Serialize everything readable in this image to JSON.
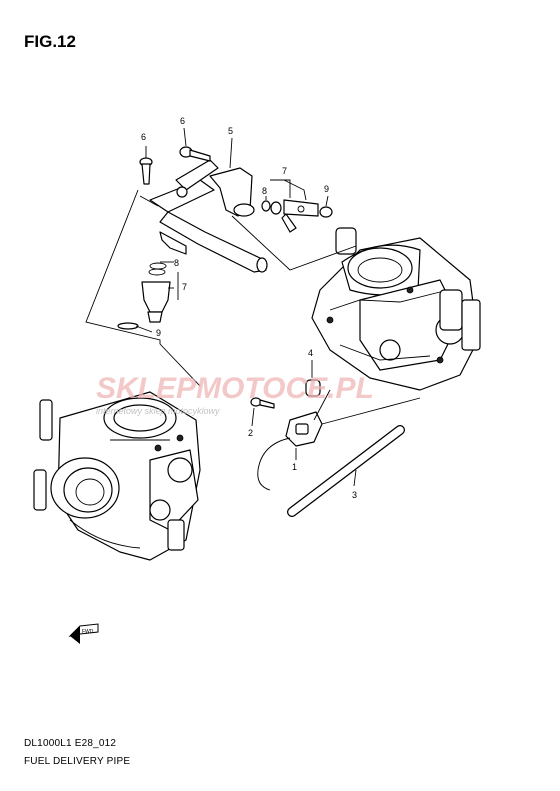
{
  "figure": {
    "title": "FIG.12"
  },
  "callouts": [
    {
      "id": "c6a",
      "label": "6"
    },
    {
      "id": "c6b",
      "label": "6"
    },
    {
      "id": "c5",
      "label": "5"
    },
    {
      "id": "c7a",
      "label": "7"
    },
    {
      "id": "c8a",
      "label": "8"
    },
    {
      "id": "c9a",
      "label": "9"
    },
    {
      "id": "c8b",
      "label": "8"
    },
    {
      "id": "c7b",
      "label": "7"
    },
    {
      "id": "c9b",
      "label": "9"
    },
    {
      "id": "c4",
      "label": "4"
    },
    {
      "id": "c2",
      "label": "2"
    },
    {
      "id": "c1",
      "label": "1"
    },
    {
      "id": "c3",
      "label": "3"
    }
  ],
  "watermark": {
    "brand": "SKLEPMOTOCE.PL",
    "tagline": "internetowy sklep motocyklowy"
  },
  "fwd_marker": {
    "label": "FWD"
  },
  "footer": {
    "code": "DL1000L1 E28_012",
    "name": "FUEL DELIVERY PIPE"
  }
}
